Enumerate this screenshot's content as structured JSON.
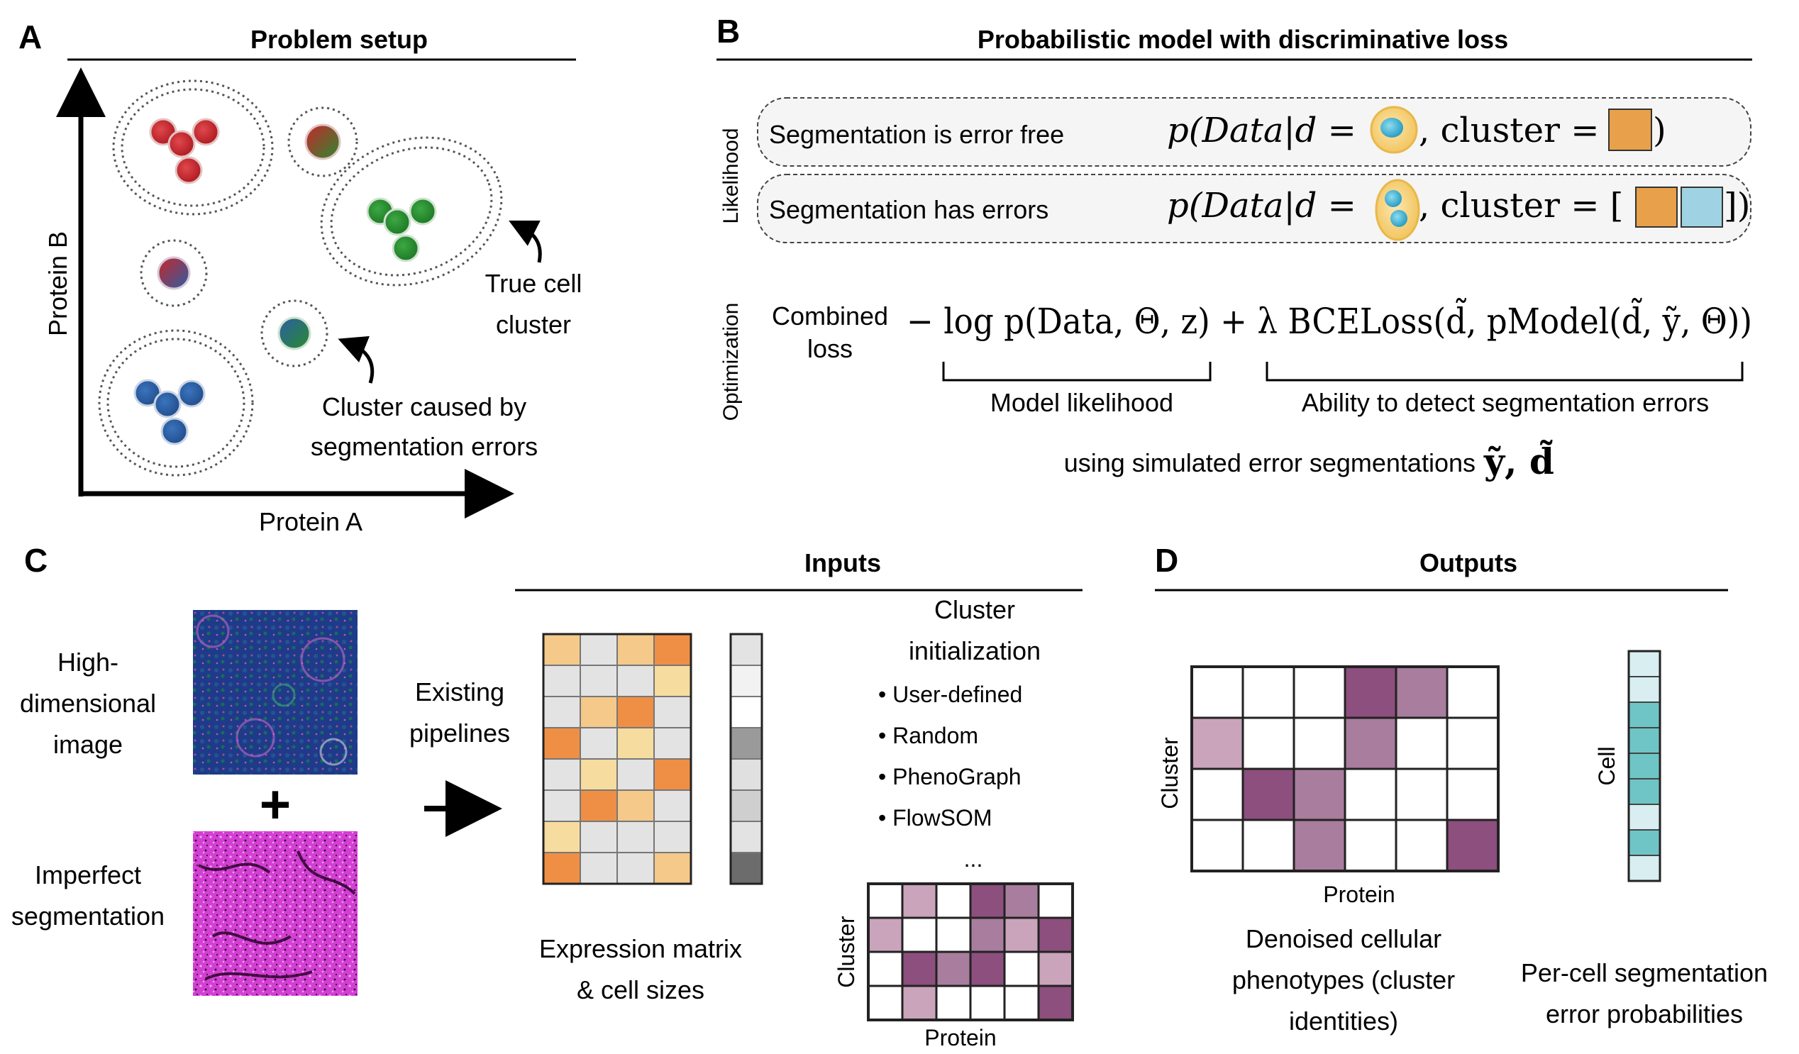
{
  "panel_a": {
    "letter": "A",
    "title": "Problem setup",
    "x_axis_label": "Protein A",
    "y_axis_label": "Protein B",
    "annotation_true": [
      "True cell",
      "cluster"
    ],
    "annotation_error": [
      "Cluster caused by",
      "segmentation errors"
    ],
    "colors": {
      "red": "#c8262c",
      "green": "#2a8a2f",
      "blue": "#2b5ea3"
    }
  },
  "panel_b": {
    "letter": "B",
    "title": "Probabilistic model with discriminative loss",
    "likelihood_label": "Likelihood",
    "optimization_label": "Optimization",
    "row1_label": "Segmentation is error free",
    "row2_label": "Segmentation has errors",
    "eq_prefix": "p(Data|d =",
    "eq_cluster1": ",  cluster =",
    "eq_close1": ")",
    "eq_cluster2": ",  cluster = [",
    "eq_close2": "])",
    "combined_loss": [
      "Combined",
      "loss"
    ],
    "loss_equation": "− log p(Data, Θ, z) + λ BCELoss(d̃, pModel(d̃, ỹ, Θ))",
    "brace_left_label": "Model likelihood",
    "brace_right_label": "Ability to detect segmentation errors",
    "simulated_text": "using simulated error segmentations",
    "simulated_symbols": "ỹ, d̃",
    "colors": {
      "orange": "#e8a04a",
      "light_blue": "#9fd3e3"
    }
  },
  "panel_c": {
    "letter": "C",
    "inputs_title": "Inputs",
    "image_label": [
      "High-",
      "dimensional",
      "image"
    ],
    "seg_label": [
      "Imperfect",
      "segmentation"
    ],
    "plus": "+",
    "pipelines_label": [
      "Existing",
      "pipelines"
    ],
    "matrix_label": [
      "Expression matrix",
      "& cell sizes"
    ],
    "cluster_init_title": [
      "Cluster",
      "initialization"
    ],
    "cluster_init_items": [
      "• User-defined",
      "• Random",
      "• PhenoGraph",
      "• FlowSOM"
    ],
    "ellipsis": "...",
    "mini_heatmap_xlabel": "Protein",
    "mini_heatmap_ylabel": "Cluster",
    "expression_matrix": [
      [
        "#f4c98a",
        "#e3e3e3",
        "#f4c98a",
        "#ef8f45"
      ],
      [
        "#e3e3e3",
        "#e3e3e3",
        "#e3e3e3",
        "#f7dca0"
      ],
      [
        "#e3e3e3",
        "#f4c98a",
        "#ef8f45",
        "#e3e3e3"
      ],
      [
        "#ef8f45",
        "#e3e3e3",
        "#f7dca0",
        "#e3e3e3"
      ],
      [
        "#e3e3e3",
        "#f7dca0",
        "#e3e3e3",
        "#ef8f45"
      ],
      [
        "#e3e3e3",
        "#ef8f45",
        "#f4c98a",
        "#e3e3e3"
      ],
      [
        "#f7dca0",
        "#e3e3e3",
        "#e3e3e3",
        "#e3e3e3"
      ],
      [
        "#ef8f45",
        "#e3e3e3",
        "#e3e3e3",
        "#f4c98a"
      ]
    ],
    "cell_sizes": [
      "#e3e3e3",
      "#f2f2f2",
      "#ffffff",
      "#9a9a9a",
      "#e0e0e0",
      "#cfcfcf",
      "#e3e3e3",
      "#6c6c6c"
    ],
    "mini_heatmap": [
      [
        "#ffffff",
        "#c9a4bb",
        "#ffffff",
        "#8c4f7e",
        "#a97d9d",
        "#ffffff"
      ],
      [
        "#c9a4bb",
        "#ffffff",
        "#ffffff",
        "#a97d9d",
        "#c9a4bb",
        "#8c4f7e"
      ],
      [
        "#ffffff",
        "#8c4f7e",
        "#a97d9d",
        "#8c4f7e",
        "#ffffff",
        "#c9a4bb"
      ],
      [
        "#ffffff",
        "#c9a4bb",
        "#ffffff",
        "#ffffff",
        "#ffffff",
        "#8c4f7e"
      ]
    ]
  },
  "panel_d": {
    "letter": "D",
    "outputs_title": "Outputs",
    "heatmap_xlabel": "Protein",
    "heatmap_ylabel": "Cluster",
    "heatmap_caption": [
      "Denoised cellular",
      "phenotypes (cluster",
      "identities)"
    ],
    "cell_ylabel": "Cell",
    "cell_caption": [
      "Per-cell segmentation",
      "error probabilities"
    ],
    "output_heatmap": [
      [
        "#ffffff",
        "#ffffff",
        "#ffffff",
        "#8c4f7e",
        "#a97d9d",
        "#ffffff"
      ],
      [
        "#c9a4bb",
        "#ffffff",
        "#ffffff",
        "#a97d9d",
        "#ffffff",
        "#ffffff"
      ],
      [
        "#ffffff",
        "#8c4f7e",
        "#a97d9d",
        "#ffffff",
        "#ffffff",
        "#ffffff"
      ],
      [
        "#ffffff",
        "#ffffff",
        "#a97d9d",
        "#ffffff",
        "#ffffff",
        "#8c4f7e"
      ]
    ],
    "cell_probabilities": [
      "#d8eef0",
      "#d8eef0",
      "#6fc5c6",
      "#6fc5c6",
      "#6fc5c6",
      "#6fc5c6",
      "#d8eef0",
      "#6fc5c6",
      "#d8eef0"
    ]
  }
}
